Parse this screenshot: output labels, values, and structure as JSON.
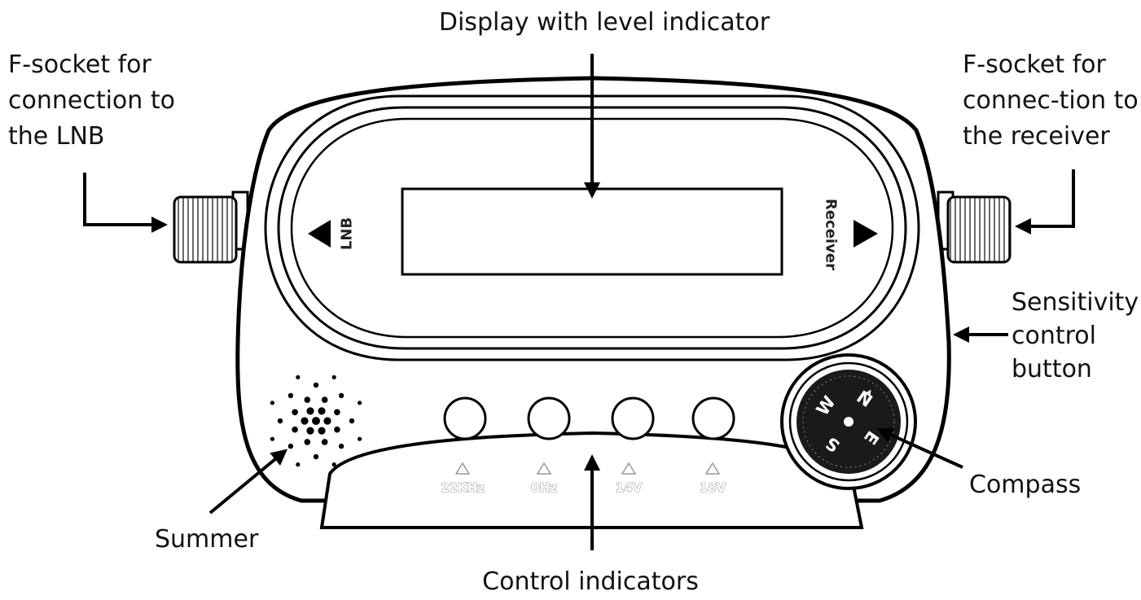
{
  "labels": {
    "display": "Display with level indicator",
    "lnb_socket": [
      "F-socket for",
      "connection to",
      "the LNB"
    ],
    "receiver_socket": [
      "F-socket for",
      "connec-tion to",
      "the receiver"
    ],
    "sensitivity": [
      "Sensitivity",
      "control",
      "button"
    ],
    "compass": "Compass",
    "summer": "Summer",
    "control_indicators": "Control indicators"
  },
  "device": {
    "lnb_text": "LNB",
    "receiver_text": "Receiver",
    "indicators": [
      "22KHz",
      "0Hz",
      "14V",
      "18V"
    ],
    "compass": {
      "n": "N",
      "e": "E",
      "s": "S",
      "w": "W"
    }
  }
}
